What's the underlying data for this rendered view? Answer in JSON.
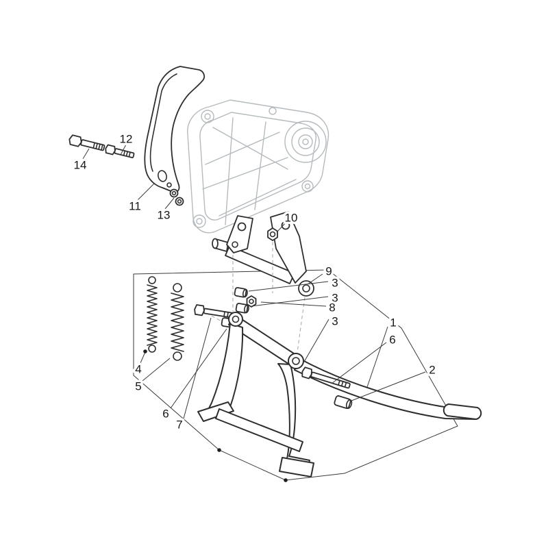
{
  "diagram": {
    "kind": "exploded-parts-diagram",
    "background_color": "#ffffff",
    "line_color": "#2e2e2e",
    "light_line_color": "#b4babd",
    "frame_line_color": "#3a3a3a",
    "labels": {
      "l1": "1",
      "l2": "2",
      "l3a": "3",
      "l3b": "3",
      "l3c": "3",
      "l4": "4",
      "l5": "5",
      "l6r": "6",
      "l6l": "6",
      "l7": "7",
      "l8": "8",
      "l9": "9",
      "l10": "10",
      "l11": "11",
      "l12": "12",
      "l13": "13",
      "l14": "14"
    }
  }
}
